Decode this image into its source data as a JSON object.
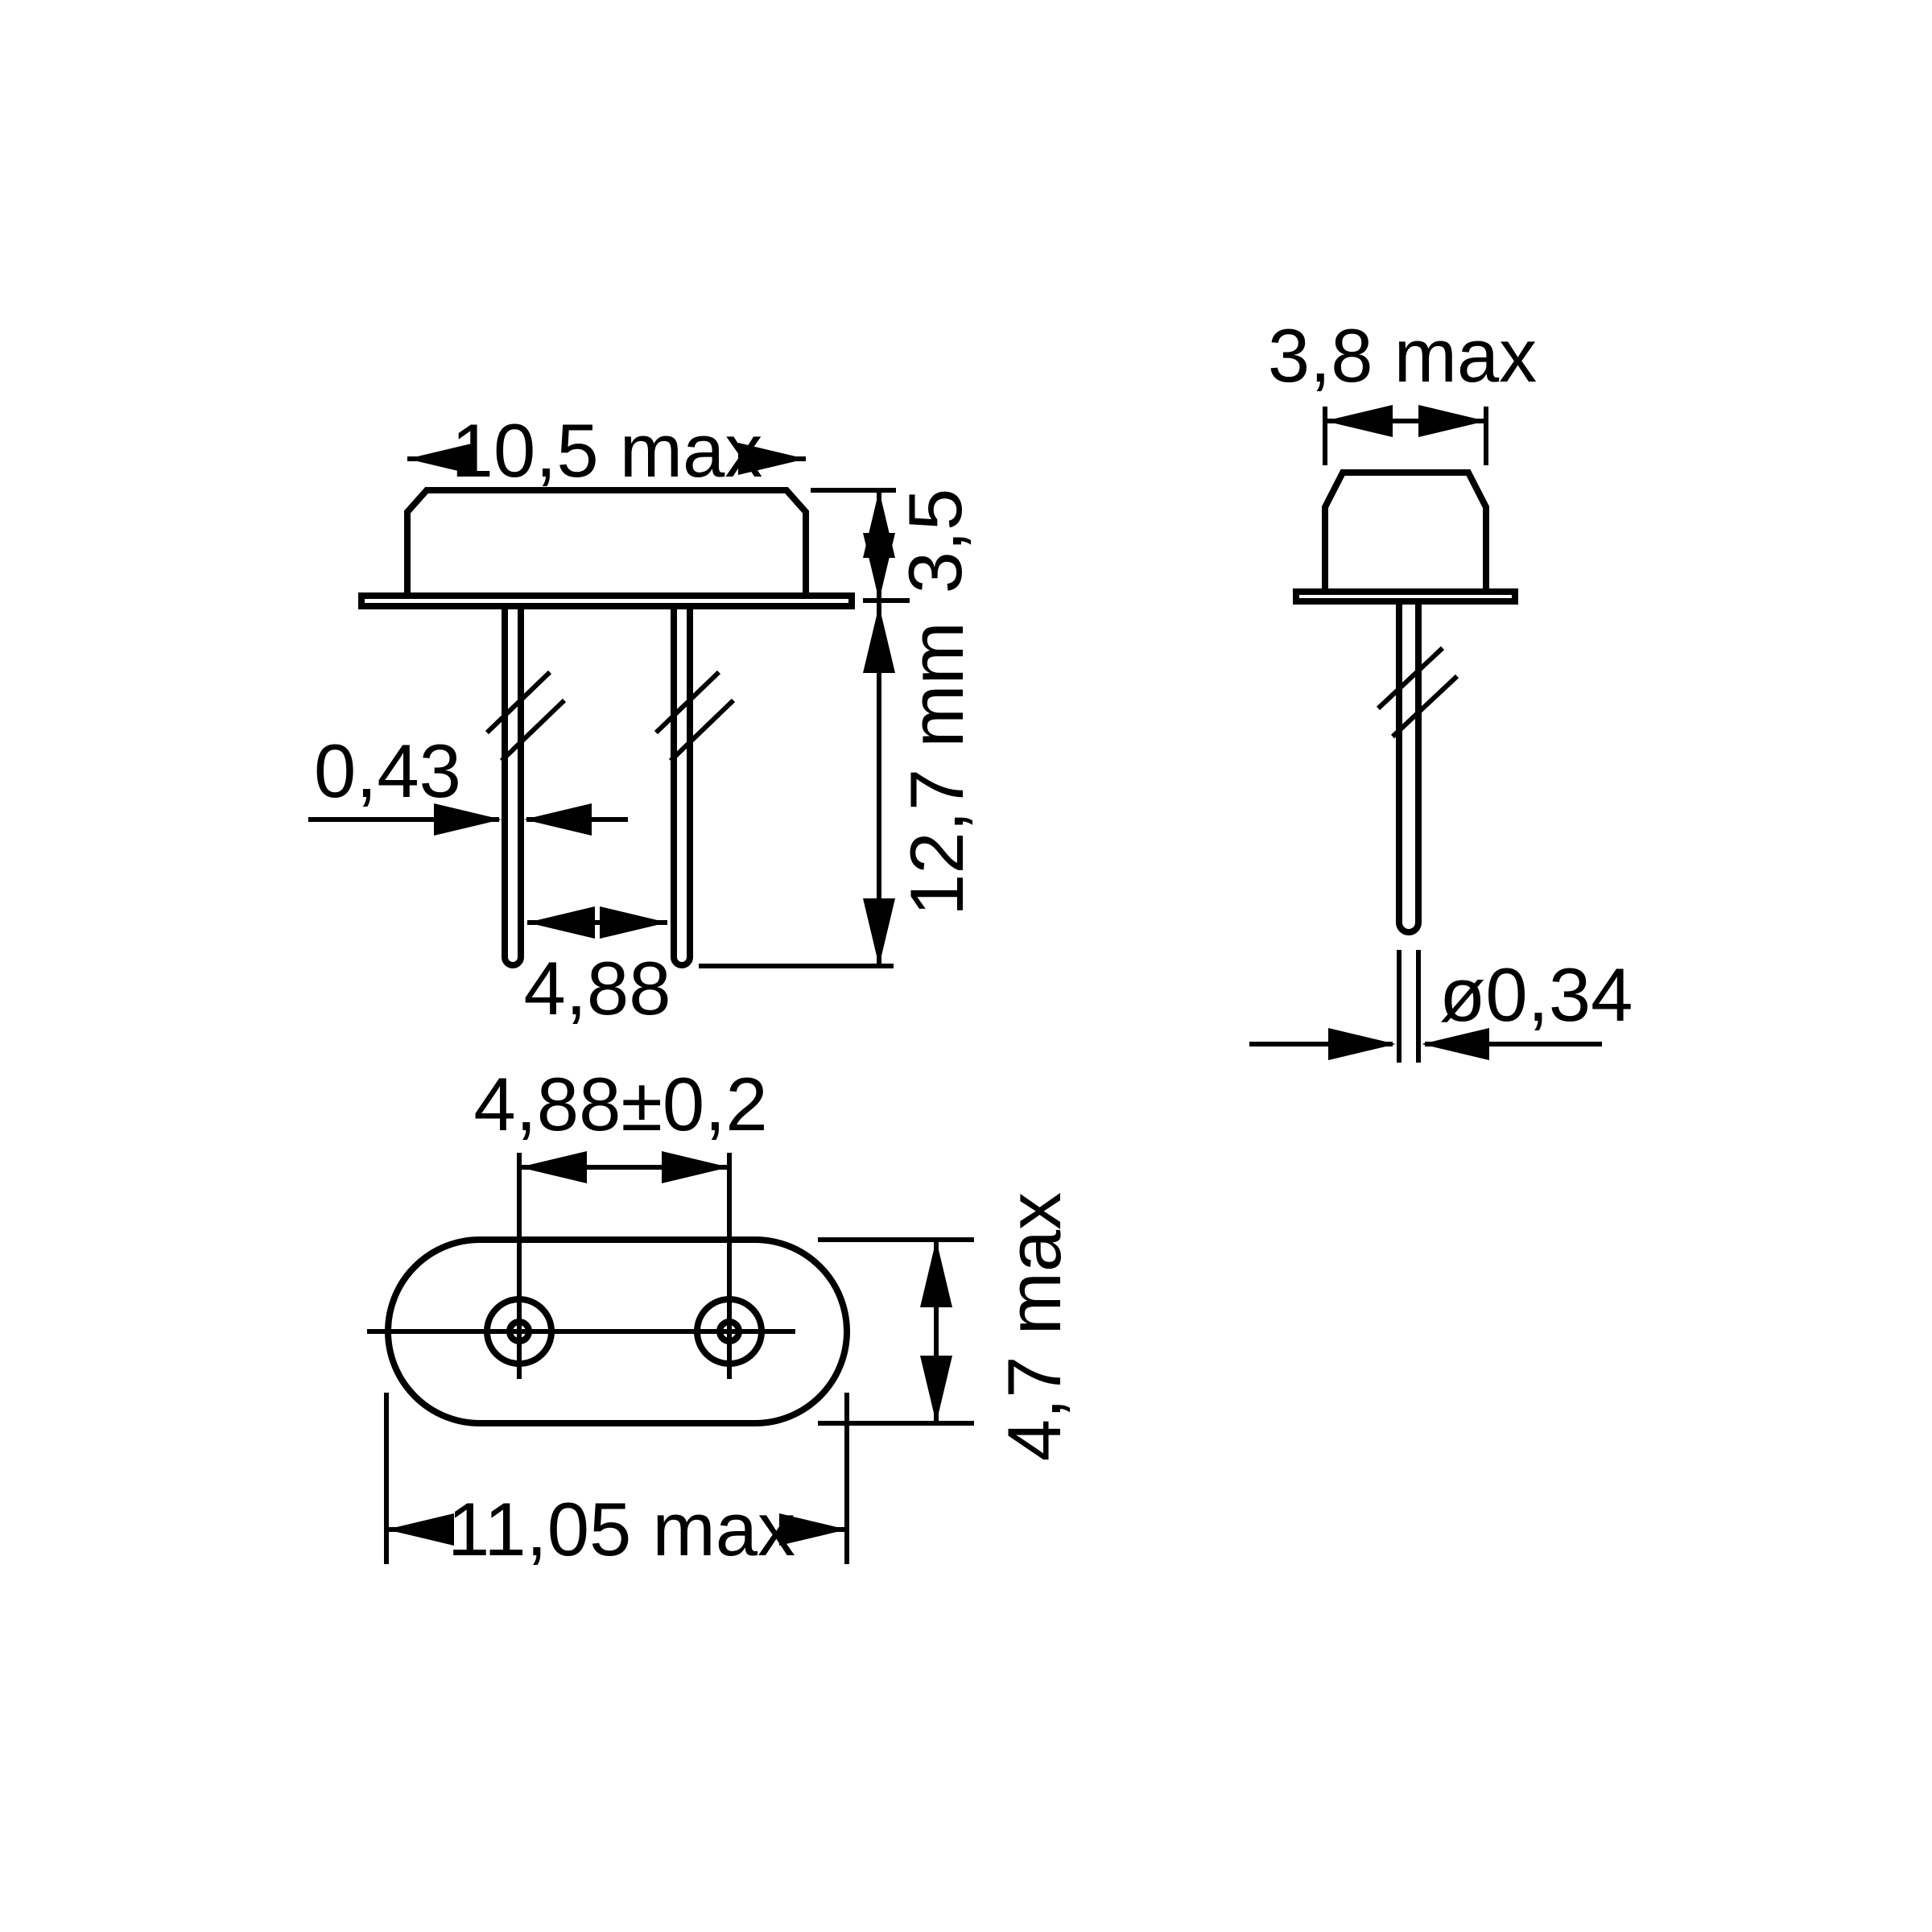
{
  "drawing": {
    "background": "#ffffff",
    "line_color": "#000000",
    "views": {
      "front": {
        "labels": {
          "body_width": "10,5 max",
          "body_height": "3,5",
          "lead_length": "12,7 mm",
          "lead_thickness": "0,43",
          "lead_spacing": "4,88"
        }
      },
      "side": {
        "labels": {
          "body_depth": "3,8 max",
          "lead_diameter": "ø0,34"
        }
      },
      "bottom": {
        "labels": {
          "pin_spacing": "4,88±0,2",
          "outline_depth": "4,7 max",
          "outline_width": "11,05 max"
        }
      }
    }
  }
}
